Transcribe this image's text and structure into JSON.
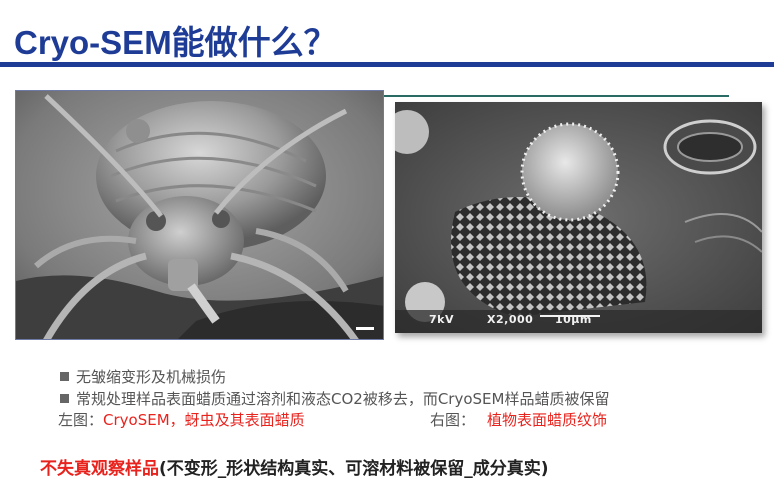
{
  "title": "Cryo-SEM能做什么？",
  "images": {
    "left": {
      "subject": "aphid-sem-micrograph"
    },
    "right": {
      "subject": "plant-wax-sem-micrograph",
      "overlay": {
        "kv": "7kV",
        "mag": "X2,000",
        "scale": "10μm"
      }
    }
  },
  "bullets": [
    "无皱缩变形及机械损伤",
    "常规处理样品表面蜡质通过溶剂和液态CO2被移去，而CryoSEM样品蜡质被保留"
  ],
  "captions": {
    "left_prefix": "左图：",
    "left_text": "CryoSEM，蚜虫及其表面蜡质",
    "right_prefix": "右图：",
    "right_text": "植物表面蜡质纹饰"
  },
  "summary": {
    "highlight": "不失真观察样品",
    "rest": "(不变形_形状结构真实、可溶材料被保留_成分真实)"
  },
  "colors": {
    "title": "#1e3c96",
    "accent_red": "#e8231e",
    "text_gray": "#555555"
  }
}
